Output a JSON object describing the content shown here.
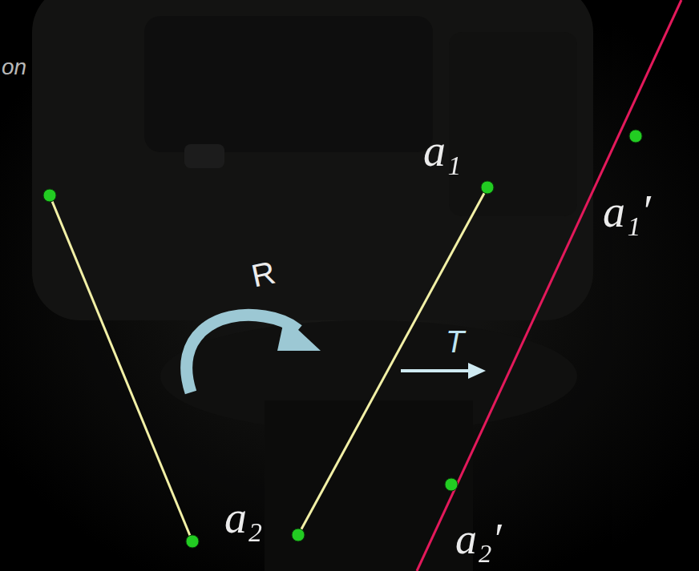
{
  "diagram": {
    "labels": [
      "on",
      "a₁",
      "a₁′",
      "a₂",
      "a₂′",
      "R",
      "T"
    ]
  }
}
